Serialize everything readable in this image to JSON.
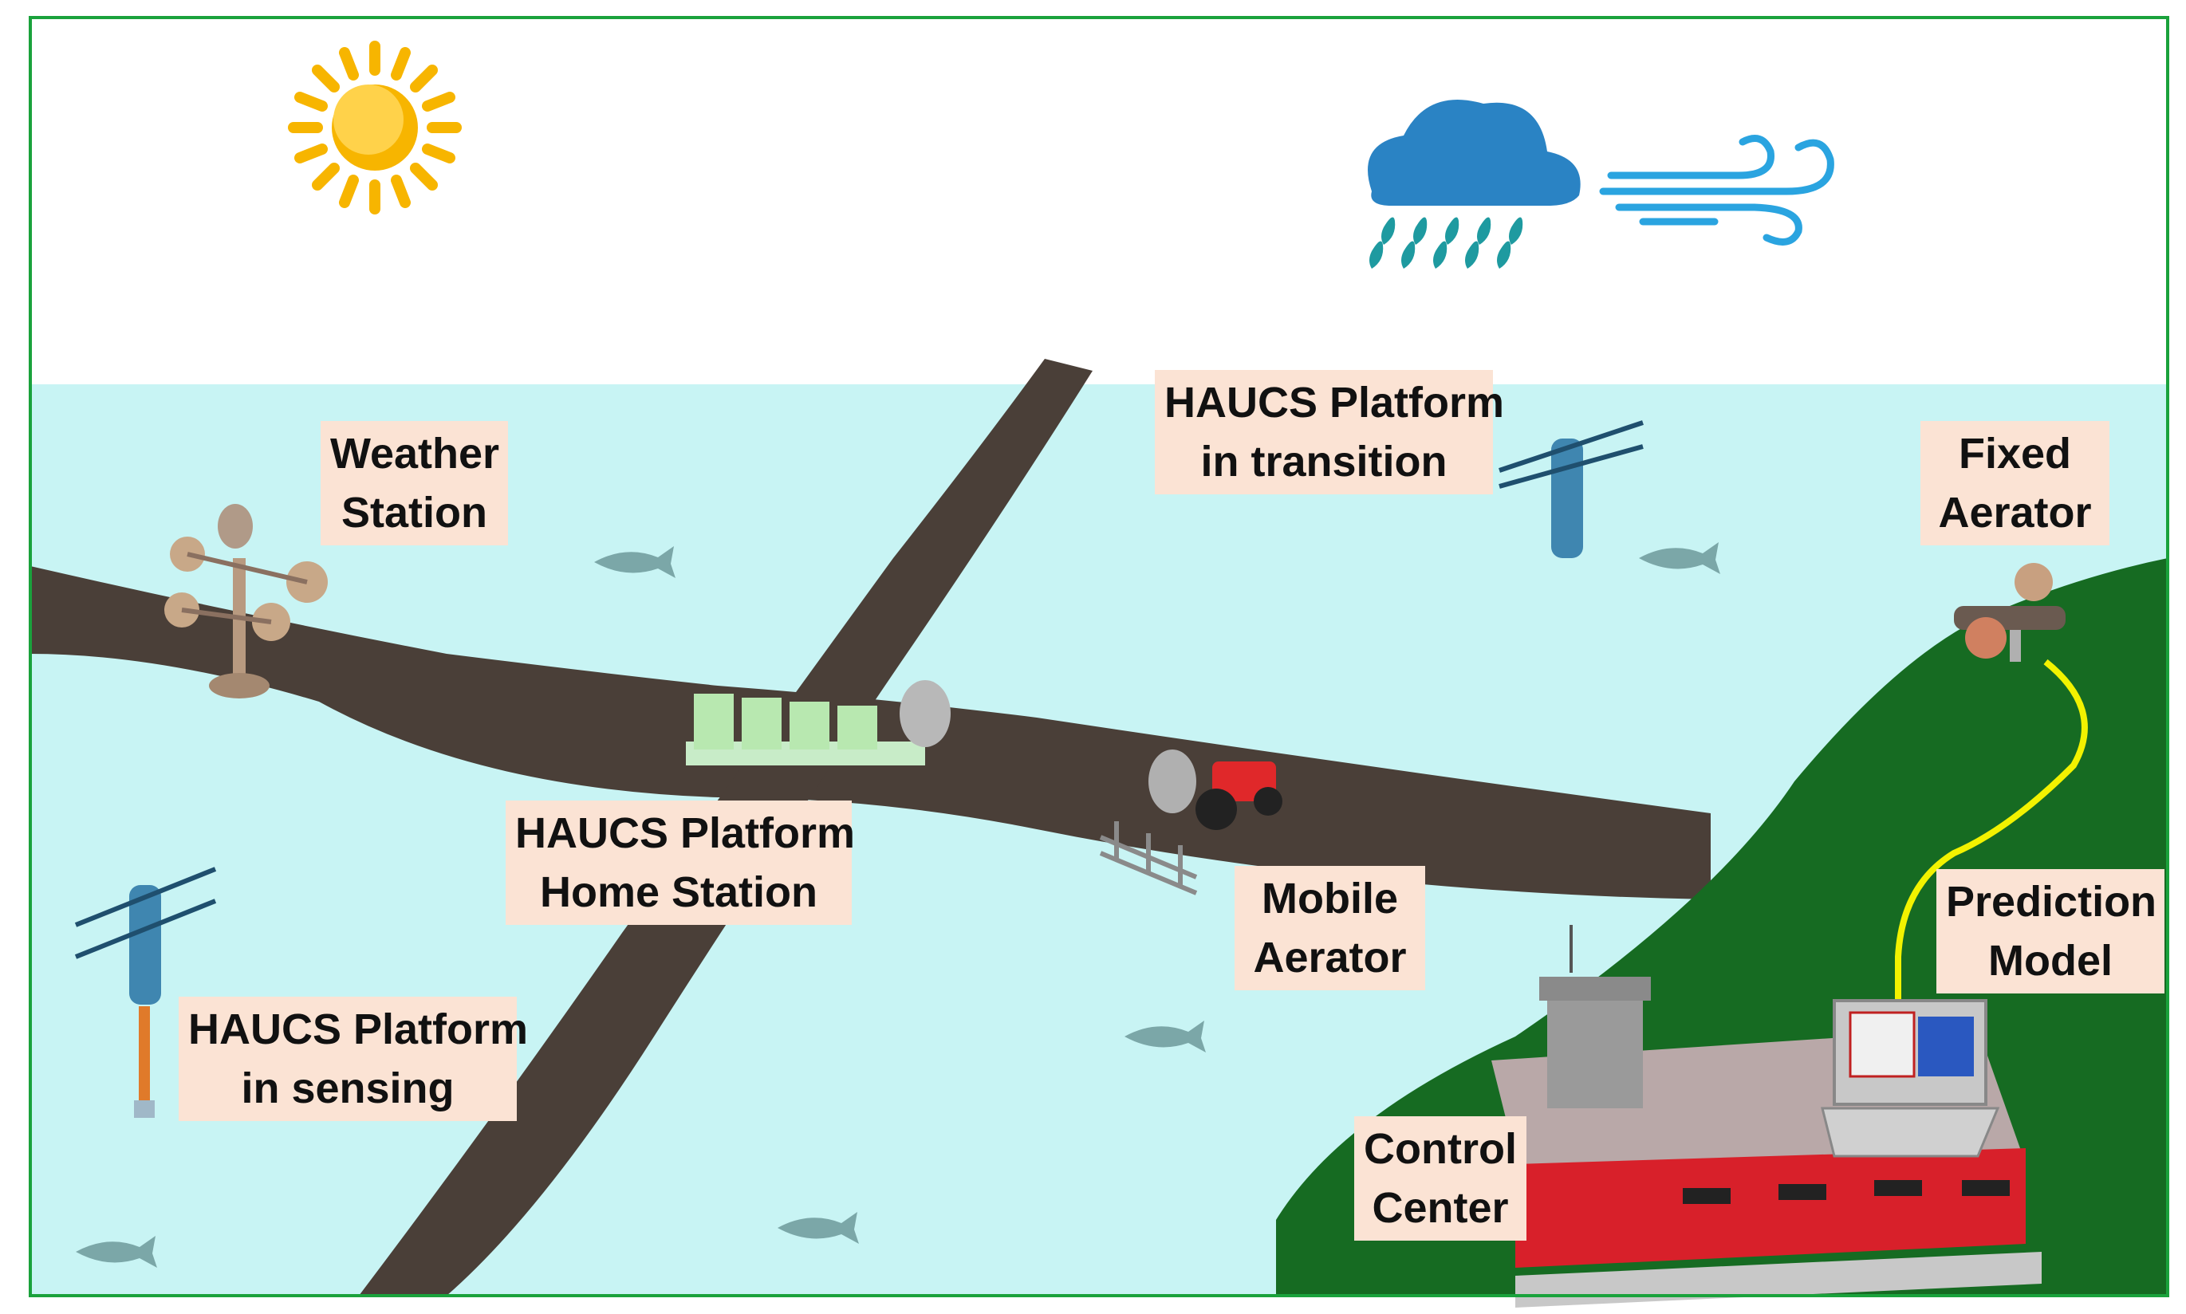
{
  "labels": {
    "weather_station": [
      "Weather",
      "Station"
    ],
    "platform_transition": [
      "HAUCS Platform",
      "in transition"
    ],
    "fixed_aerator": [
      "Fixed",
      "Aerator"
    ],
    "home_station": [
      "HAUCS Platform",
      "Home Station"
    ],
    "mobile_aerator": [
      "Mobile",
      "Aerator"
    ],
    "prediction_model": [
      "Prediction",
      "Model"
    ],
    "platform_sensing": [
      "HAUCS Platform",
      "in sensing"
    ],
    "control_center": [
      "Control",
      "Center"
    ]
  },
  "colors": {
    "border": "#1aa23c",
    "sky": "#ffffff",
    "water": "#c8f4f4",
    "levee": "#4a3f38",
    "land": "#166b22",
    "label_bg": "#fbe3d4",
    "sun": "#f7b500",
    "cloud": "#2a83c4",
    "rain": "#1e9aa0",
    "wind": "#2aa4e0",
    "cable": "#f2f200",
    "building_roof": "#b9a8a8",
    "building_wall": "#d8202a",
    "platform": "#3f86b0",
    "fish": "#7ba7a8"
  },
  "icons": [
    "sun-icon",
    "rain-cloud-icon",
    "wind-icon",
    "anemometer-icon",
    "drone-icon",
    "fish-icon",
    "tractor-icon",
    "paddlewheel-aerator-icon",
    "laptop-icon",
    "control-building-icon",
    "home-station-icon"
  ]
}
